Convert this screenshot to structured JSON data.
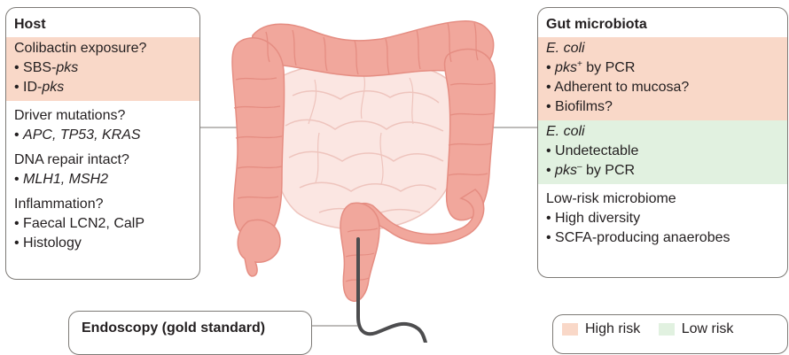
{
  "host": {
    "title": "Host",
    "colibactin": {
      "question": "Colibactin exposure?",
      "items": [
        {
          "prefix": "• SBS-",
          "italic": "pks"
        },
        {
          "prefix": "• ID-",
          "italic": "pks"
        }
      ]
    },
    "driver": {
      "question": "Driver mutations?",
      "genes": "APC, TP53, KRAS"
    },
    "dna_repair": {
      "question": "DNA repair intact?",
      "genes": "MLH1, MSH2"
    },
    "inflammation": {
      "question": "Inflammation?",
      "items": [
        "• Faecal LCN2, CalP",
        "• Histology"
      ]
    }
  },
  "microbiota": {
    "title": "Gut microbiota",
    "high_risk": {
      "organism": "E. coli",
      "pcr": {
        "italic": "pks",
        "sup": "+",
        "text": " by PCR"
      },
      "items": [
        "• Adherent to mucosa?",
        "• Biofilms?"
      ]
    },
    "low_risk": {
      "organism": "E. coli",
      "items": [
        "• Undetectable"
      ],
      "pcr": {
        "italic": "pks",
        "sup": "–",
        "text": " by PCR"
      }
    },
    "low_risk_microbiome": {
      "title": "Low-risk microbiome",
      "items": [
        "• High diversity",
        "• SCFA-producing anaerobes"
      ]
    }
  },
  "endoscopy": {
    "label": "Endoscopy (gold standard)"
  },
  "legend": {
    "high_risk": {
      "label": "High risk",
      "color": "#f9d8c8"
    },
    "low_risk": {
      "label": "Low risk",
      "color": "#e1f1e0"
    }
  },
  "colors": {
    "colon": "#f1a79c",
    "colon_outline": "#e58d82",
    "small_intestine": "#fbe6e2",
    "small_intestine_outline": "#eec4bd",
    "endoscope": "#4d4d4f",
    "connector": "#7d7a76"
  }
}
